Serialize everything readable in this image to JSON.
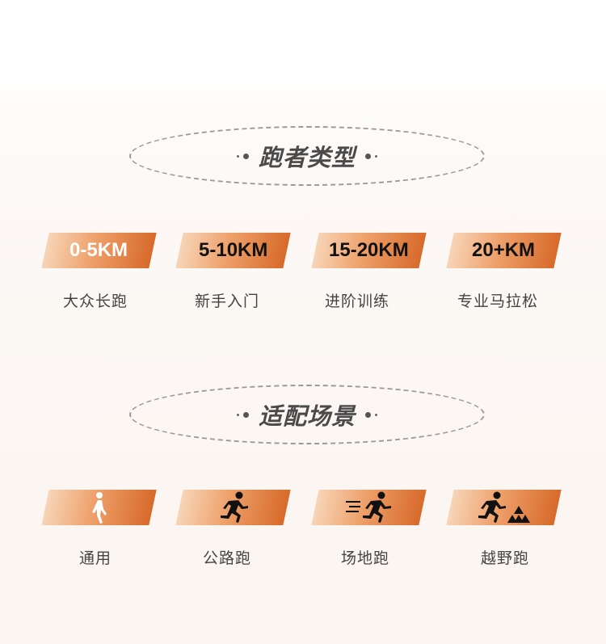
{
  "runner_types": {
    "title": "跑者类型",
    "items": [
      {
        "badge": "0-5KM",
        "label": "大众长跑"
      },
      {
        "badge": "5-10KM",
        "label": "新手入门"
      },
      {
        "badge": "15-20KM",
        "label": "进阶训练"
      },
      {
        "badge": "20+KM",
        "label": "专业马拉松"
      }
    ]
  },
  "scenarios": {
    "title": "适配场景",
    "items": [
      {
        "icon": "walking-person-icon",
        "label": "通用"
      },
      {
        "icon": "running-person-icon",
        "label": "公路跑"
      },
      {
        "icon": "sprinting-person-icon",
        "label": "场地跑"
      },
      {
        "icon": "trail-runner-icon",
        "label": "越野跑"
      }
    ]
  },
  "colors": {
    "badge_start": "#f7d5b7",
    "badge_mid": "#eea06a",
    "badge_end": "#d76a2a",
    "title_text": "#4a4a4a",
    "caption_text": "#444444"
  }
}
